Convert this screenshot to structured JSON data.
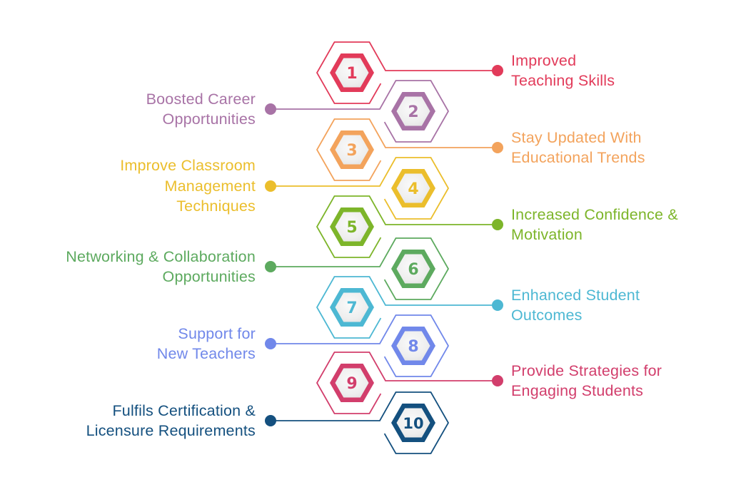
{
  "diagram": {
    "type": "numbered-hexagon-list",
    "items": [
      {
        "number": "1",
        "side": "right",
        "color": "#E23B5A",
        "lines": [
          "Improved",
          "Teaching Skills"
        ]
      },
      {
        "number": "2",
        "side": "left",
        "color": "#A873A6",
        "lines": [
          "Boosted Career",
          "Opportunities"
        ]
      },
      {
        "number": "3",
        "side": "right",
        "color": "#F3A35C",
        "lines": [
          "Stay Updated With",
          "Educational Trends"
        ]
      },
      {
        "number": "4",
        "side": "left",
        "color": "#EBBE2C",
        "lines": [
          "Improve Classroom",
          "Management",
          "Techniques"
        ]
      },
      {
        "number": "5",
        "side": "right",
        "color": "#7DB52A",
        "lines": [
          "Increased Confidence &",
          "Motivation"
        ]
      },
      {
        "number": "6",
        "side": "left",
        "color": "#5DAA5F",
        "lines": [
          "Networking & Collaboration",
          "Opportunities"
        ]
      },
      {
        "number": "7",
        "side": "right",
        "color": "#4DB8D3",
        "lines": [
          "Enhanced Student",
          "Outcomes"
        ]
      },
      {
        "number": "8",
        "side": "left",
        "color": "#7188EA",
        "lines": [
          "Support for",
          "New Teachers"
        ]
      },
      {
        "number": "9",
        "side": "right",
        "color": "#D23E6C",
        "lines": [
          "Provide Strategies for",
          "Engaging Students"
        ]
      },
      {
        "number": "10",
        "side": "left",
        "color": "#14507F",
        "lines": [
          "Fulfils Certification &",
          "Licensure Requirements"
        ]
      }
    ],
    "inner_fill": "#EFEFEF",
    "background": "#FFFFFF"
  }
}
